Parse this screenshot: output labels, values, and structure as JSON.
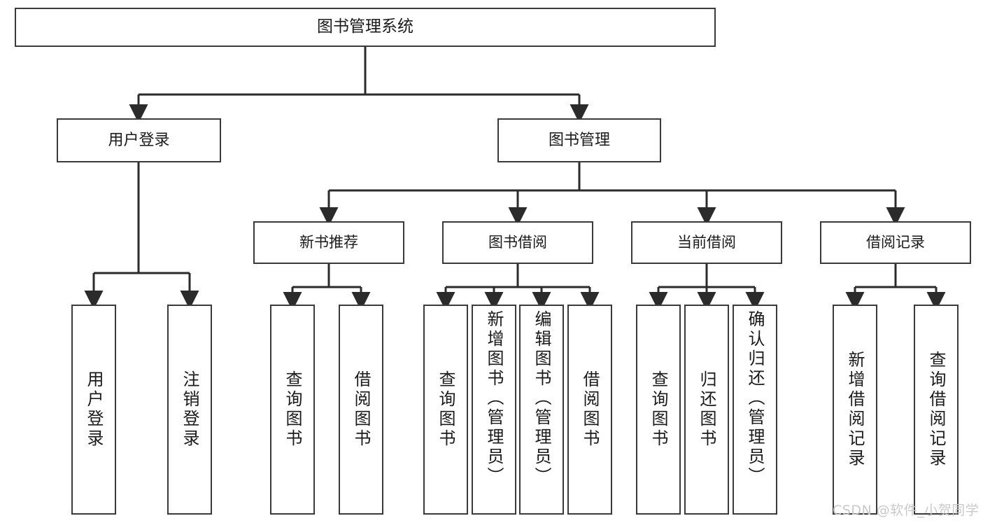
{
  "diagram": {
    "title": "图书管理系统",
    "type": "tree-hierarchy",
    "watermark": "CSDN @软件_小贺同学",
    "colors": {
      "box_border": "#3a3a3a",
      "box_fill": "#ffffff",
      "edge": "#2b2b2b",
      "text": "#1a1a1a",
      "watermark": "#c9c9c9"
    },
    "root": {
      "label": "图书管理系统"
    },
    "level2": [
      {
        "label": "用户登录"
      },
      {
        "label": "图书管理"
      }
    ],
    "level3": [
      {
        "label": "新书推荐"
      },
      {
        "label": "图书借阅"
      },
      {
        "label": "当前借阅"
      },
      {
        "label": "借阅记录"
      }
    ],
    "leaves": {
      "user_login": [
        {
          "label": "用户登录"
        },
        {
          "label": "注销登录"
        }
      ],
      "new_book_recommend": [
        {
          "label": "查询图书"
        },
        {
          "label": "借阅图书"
        }
      ],
      "book_borrow": [
        {
          "label": "查询图书"
        },
        {
          "label": "新增图书（管理员）"
        },
        {
          "label": "编辑图书（管理员）"
        },
        {
          "label": "借阅图书"
        }
      ],
      "current_borrow": [
        {
          "label": "查询图书"
        },
        {
          "label": "归还图书"
        },
        {
          "label": "确认归还（管理员）"
        }
      ],
      "borrow_record": [
        {
          "label": "新增借阅记录"
        },
        {
          "label": "查询借阅记录"
        }
      ]
    }
  }
}
